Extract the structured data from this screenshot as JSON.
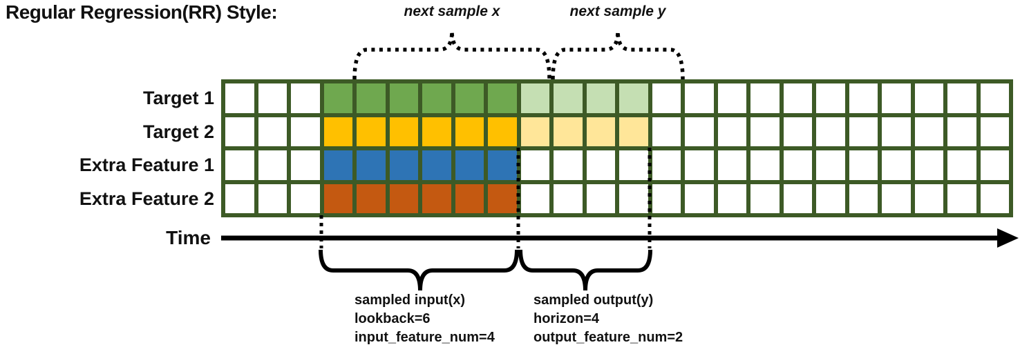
{
  "title": "Regular Regression(RR) Style:",
  "annotations": {
    "next_sample_x": "next sample x",
    "next_sample_y": "next sample y"
  },
  "axis": {
    "label": "Time"
  },
  "grid": {
    "columns": 24,
    "input_start_col": 3,
    "lookback": 6,
    "horizon": 4,
    "border_color": "#3D5A26",
    "empty_color": "#ffffff",
    "rows": [
      {
        "label": "Target 1",
        "input_color": "#6FA84F",
        "output_color": "#C5DFB3"
      },
      {
        "label": "Target 2",
        "input_color": "#FFC000",
        "output_color": "#FFE699"
      },
      {
        "label": "Extra Feature 1",
        "input_color": "#2E74B5",
        "output_color": null
      },
      {
        "label": "Extra Feature 2",
        "input_color": "#C45911",
        "output_color": null
      }
    ]
  },
  "sample_labels": {
    "input": [
      "sampled input(x)",
      "lookback=6",
      "input_feature_num=4"
    ],
    "output": [
      "sampled output(y)",
      "horizon=4",
      "output_feature_num=2"
    ]
  },
  "colors": {
    "line": "#000000",
    "background": "#ffffff"
  }
}
